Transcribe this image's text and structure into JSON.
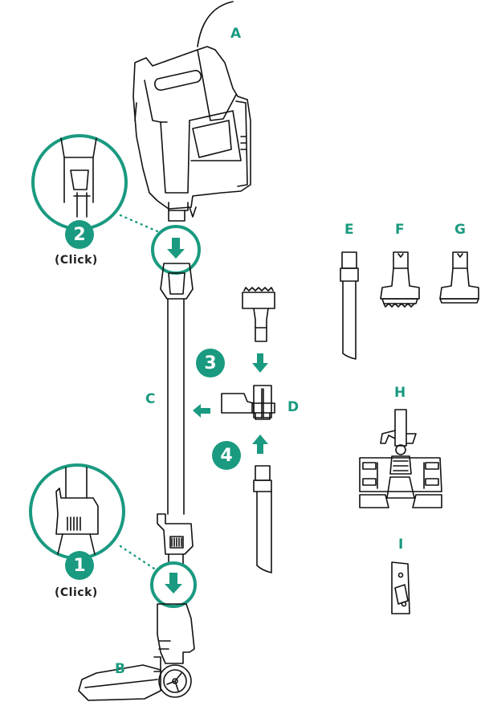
{
  "figure": {
    "title": "Vacuum assembly diagram",
    "accent_color": "#1a9a80",
    "line_color": "#111111"
  },
  "parts": {
    "A": {
      "label": "A",
      "name": "motor-body"
    },
    "B": {
      "label": "B",
      "name": "floor-nozzle"
    },
    "C": {
      "label": "C",
      "name": "extension-wand"
    },
    "D": {
      "label": "D",
      "name": "accessory-adapter"
    },
    "E": {
      "label": "E",
      "name": "crevice-tool"
    },
    "F": {
      "label": "F",
      "name": "dusting-brush"
    },
    "G": {
      "label": "G",
      "name": "upholstery-tool"
    },
    "H": {
      "label": "H",
      "name": "hard-floor-tool"
    },
    "I": {
      "label": "I",
      "name": "wall-mount"
    }
  },
  "steps": [
    {
      "number": "1",
      "caption": "(Click)"
    },
    {
      "number": "2",
      "caption": "(Click)"
    },
    {
      "number": "3",
      "caption": ""
    },
    {
      "number": "4",
      "caption": ""
    }
  ]
}
